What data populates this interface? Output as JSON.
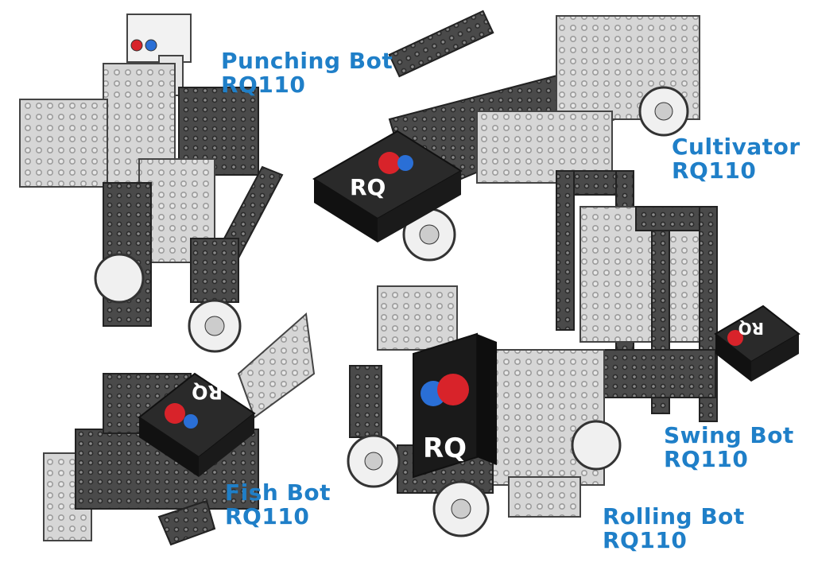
{
  "robots": [
    {
      "name": "Punching Bot",
      "model": "RQ110"
    },
    {
      "name": "Cultivator",
      "model": "RQ110"
    },
    {
      "name": "Swing Bot",
      "model": "RQ110"
    },
    {
      "name": "Fish Bot",
      "model": "RQ110"
    },
    {
      "name": "Rolling Bot",
      "model": "RQ110"
    }
  ],
  "controller_logo_text": "RQ",
  "colors": {
    "label_blue": "#1f7fc8",
    "part_light_gray": "#d9d9d9",
    "part_dark_gray": "#4a4a4a",
    "controller_black": "#1a1a1a",
    "mascot_red": "#d8232a",
    "mascot_blue": "#2a6fd6"
  }
}
